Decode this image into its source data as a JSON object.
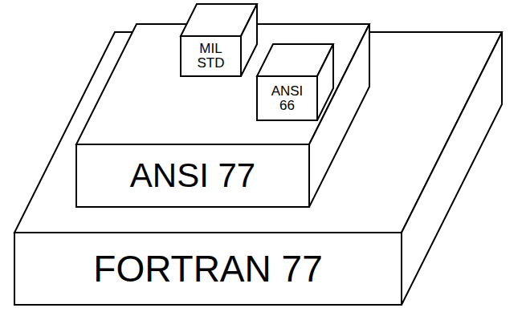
{
  "diagram": {
    "nodes": [
      {
        "text": [
          "FORTRAN 77"
        ]
      },
      {
        "text": [
          "ANSI 77"
        ],
        "in": 0
      },
      {
        "text": [
          "MIL STD"
        ],
        "in": 1
      },
      {
        "text": [
          "ANSI 66"
        ],
        "in": 1
      }
    ]
  }
}
